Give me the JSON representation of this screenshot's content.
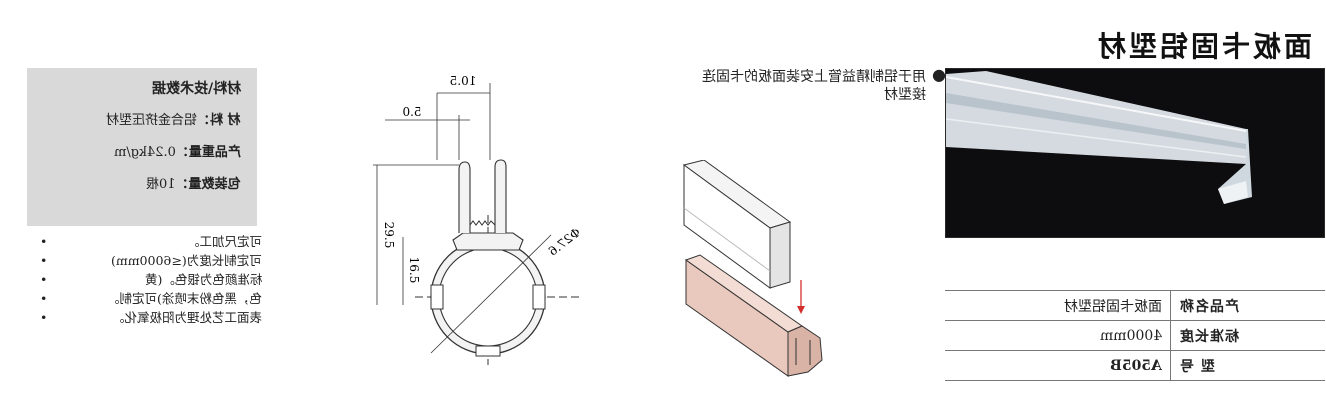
{
  "title": "面板卡固铝型材",
  "spec": {
    "header": "材料\\技术数据",
    "rows": [
      {
        "key": "材    料：",
        "value": "铝合金挤压型材"
      },
      {
        "key": "产品重量：",
        "value": "0.24kg/m"
      },
      {
        "key": "包装数量：",
        "value": "10根"
      }
    ]
  },
  "notes": [
    "可定尺加工。",
    "可定制长度为(≤6000mm)",
    "标准颜色为银色。(黄",
    "色，黑色粉末喷涂)可定制。",
    "表面工艺处理为阳极氧化。"
  ],
  "drawing": {
    "dim_top": "10.5",
    "dim_inner": "5.0",
    "dim_height": "29.5",
    "dim_center": "16.5",
    "dim_dia": "Φ27.6"
  },
  "description": {
    "line1": "用于铝制精益管上安装面板的卡固连",
    "line2": "接型材"
  },
  "table": {
    "rows": [
      {
        "key": "产品名称",
        "value": "面板卡固铝型材"
      },
      {
        "key": "标准长度",
        "value": "4000mm"
      },
      {
        "key": "型    号",
        "value": "A505B"
      }
    ]
  },
  "colors": {
    "spec_bg": "#d9d9d9",
    "photo_bg": "#0d0d0f",
    "profile_fill": "#e9c8bd",
    "arrow": "#d32f2f"
  }
}
